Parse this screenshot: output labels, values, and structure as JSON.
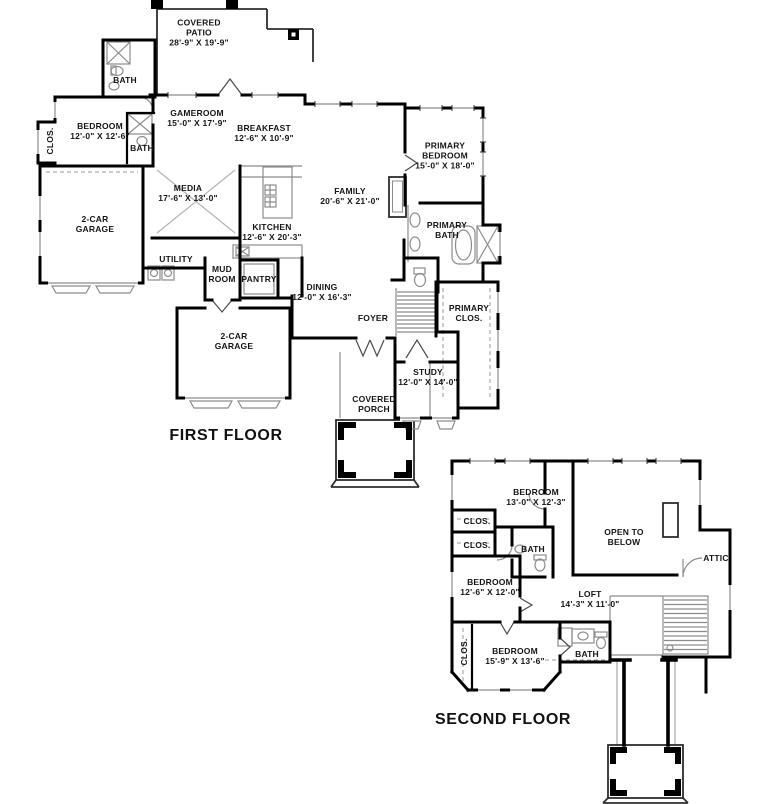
{
  "colors": {
    "wall": "#000000",
    "thin_line": "#8c8c8c",
    "background": "#ffffff"
  },
  "first_floor": {
    "title": "FIRST FLOOR",
    "rooms": {
      "covered_patio": {
        "name": "COVERED PATIO",
        "dims": "28'-9\" X 19'-9\""
      },
      "bath_upper": {
        "name": "BATH"
      },
      "bedroom": {
        "name": "BEDROOM",
        "dims": "12'-0\" X 12'-6\""
      },
      "closet": {
        "name": "CLOS."
      },
      "bath_lower": {
        "name": "BATH"
      },
      "gameroom": {
        "name": "GAMEROOM",
        "dims": "15'-0\" X 17'-9\""
      },
      "breakfast": {
        "name": "BREAKFAST",
        "dims": "12'-6\" X 10'-9\""
      },
      "media": {
        "name": "MEDIA",
        "dims": "17'-6\" X 13'-0\""
      },
      "kitchen": {
        "name": "KITCHEN",
        "dims": "12'-6\" X 20'-3\""
      },
      "family": {
        "name": "FAMILY",
        "dims": "20'-6\" X 21'-0\""
      },
      "primary_bedroom": {
        "name": "PRIMARY BEDROOM",
        "dims": "15'-0\" X 18'-0\""
      },
      "primary_bath": {
        "name": "PRIMARY BATH"
      },
      "primary_closet": {
        "name": "PRIMARY CLOS."
      },
      "garage_upper": {
        "name": "2-CAR GARAGE"
      },
      "utility": {
        "name": "UTILITY"
      },
      "mud_room": {
        "name": "MUD ROOM"
      },
      "pantry": {
        "name": "PANTRY"
      },
      "dining": {
        "name": "DINING",
        "dims": "12'-0\" X 16'-3\""
      },
      "foyer": {
        "name": "FOYER"
      },
      "garage_lower": {
        "name": "2-CAR GARAGE"
      },
      "study": {
        "name": "STUDY",
        "dims": "12'-0\" X 14'-0\""
      },
      "covered_porch": {
        "name": "COVERED PORCH"
      }
    }
  },
  "second_floor": {
    "title": "SECOND FLOOR",
    "rooms": {
      "bedroom_top": {
        "name": "BEDROOM",
        "dims": "13'-0\" X 12'-3\""
      },
      "closet_a": {
        "name": "CLOS."
      },
      "closet_b": {
        "name": "CLOS."
      },
      "bath_mid": {
        "name": "BATH"
      },
      "open_to_below": {
        "name": "OPEN TO BELOW"
      },
      "bedroom_mid": {
        "name": "BEDROOM",
        "dims": "12'-6\" X 12'-0\""
      },
      "loft": {
        "name": "LOFT",
        "dims": "14'-3\" X 11'-0\""
      },
      "attic": {
        "name": "ATTIC"
      },
      "closet_c": {
        "name": "CLOS."
      },
      "bedroom_bottom": {
        "name": "BEDROOM",
        "dims": "15'-9\" X 13'-6\""
      },
      "bath_bottom": {
        "name": "BATH"
      }
    }
  }
}
